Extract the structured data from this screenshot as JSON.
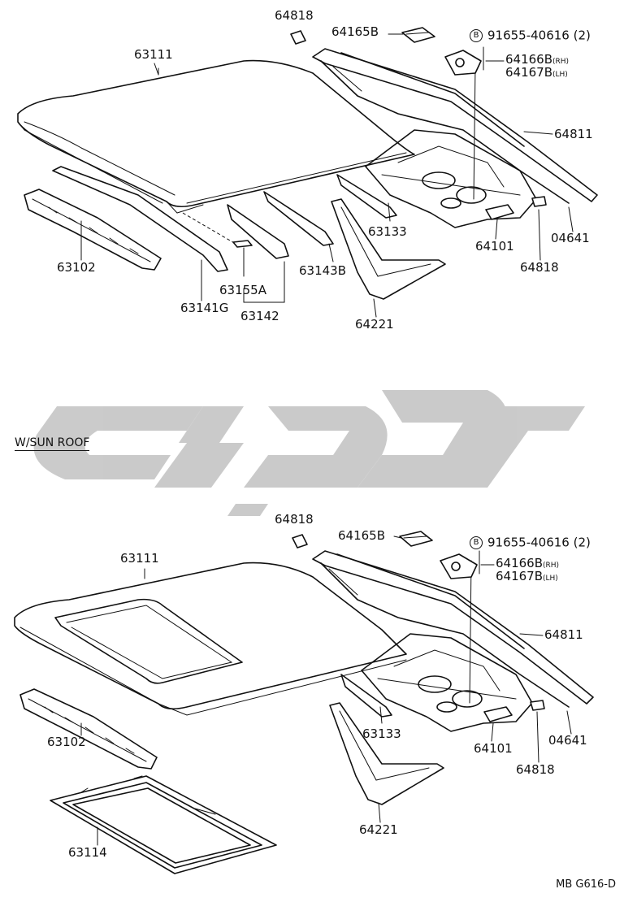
{
  "colors": {
    "ink": "#111111",
    "watermark": "#c8c8c8",
    "paper": "#ffffff"
  },
  "top": {
    "labels": {
      "p64818a": "64818",
      "p64165b": "64165B",
      "bolt_marker": "B",
      "p91655": "91655-40616 (2)",
      "p63111": "63111",
      "p64166b": "64166B",
      "p64166b_sub": "(RH)",
      "p64167b": "64167B",
      "p64167b_sub": "(LH)",
      "p64811": "64811",
      "p63133": "63133",
      "p64101": "64101",
      "p04641": "04641",
      "p64818b": "64818",
      "p63102": "63102",
      "p63143b": "63143B",
      "p63155a": "63155A",
      "p63141g": "63141G",
      "p63142": "63142",
      "p64221": "64221"
    }
  },
  "bottom": {
    "title": "W/SUN ROOF",
    "labels": {
      "p64818a": "64818",
      "p64165b": "64165B",
      "bolt_marker": "B",
      "p91655": "91655-40616 (2)",
      "p63111": "63111",
      "p64166b": "64166B",
      "p64166b_sub": "(RH)",
      "p64167b": "64167B",
      "p64167b_sub": "(LH)",
      "p64811": "64811",
      "p63102": "63102",
      "p63133": "63133",
      "p64101": "64101",
      "p04641": "04641",
      "p64818b": "64818",
      "p64221": "64221",
      "p63114": "63114"
    }
  },
  "footer": {
    "code": "MB G616-D"
  }
}
